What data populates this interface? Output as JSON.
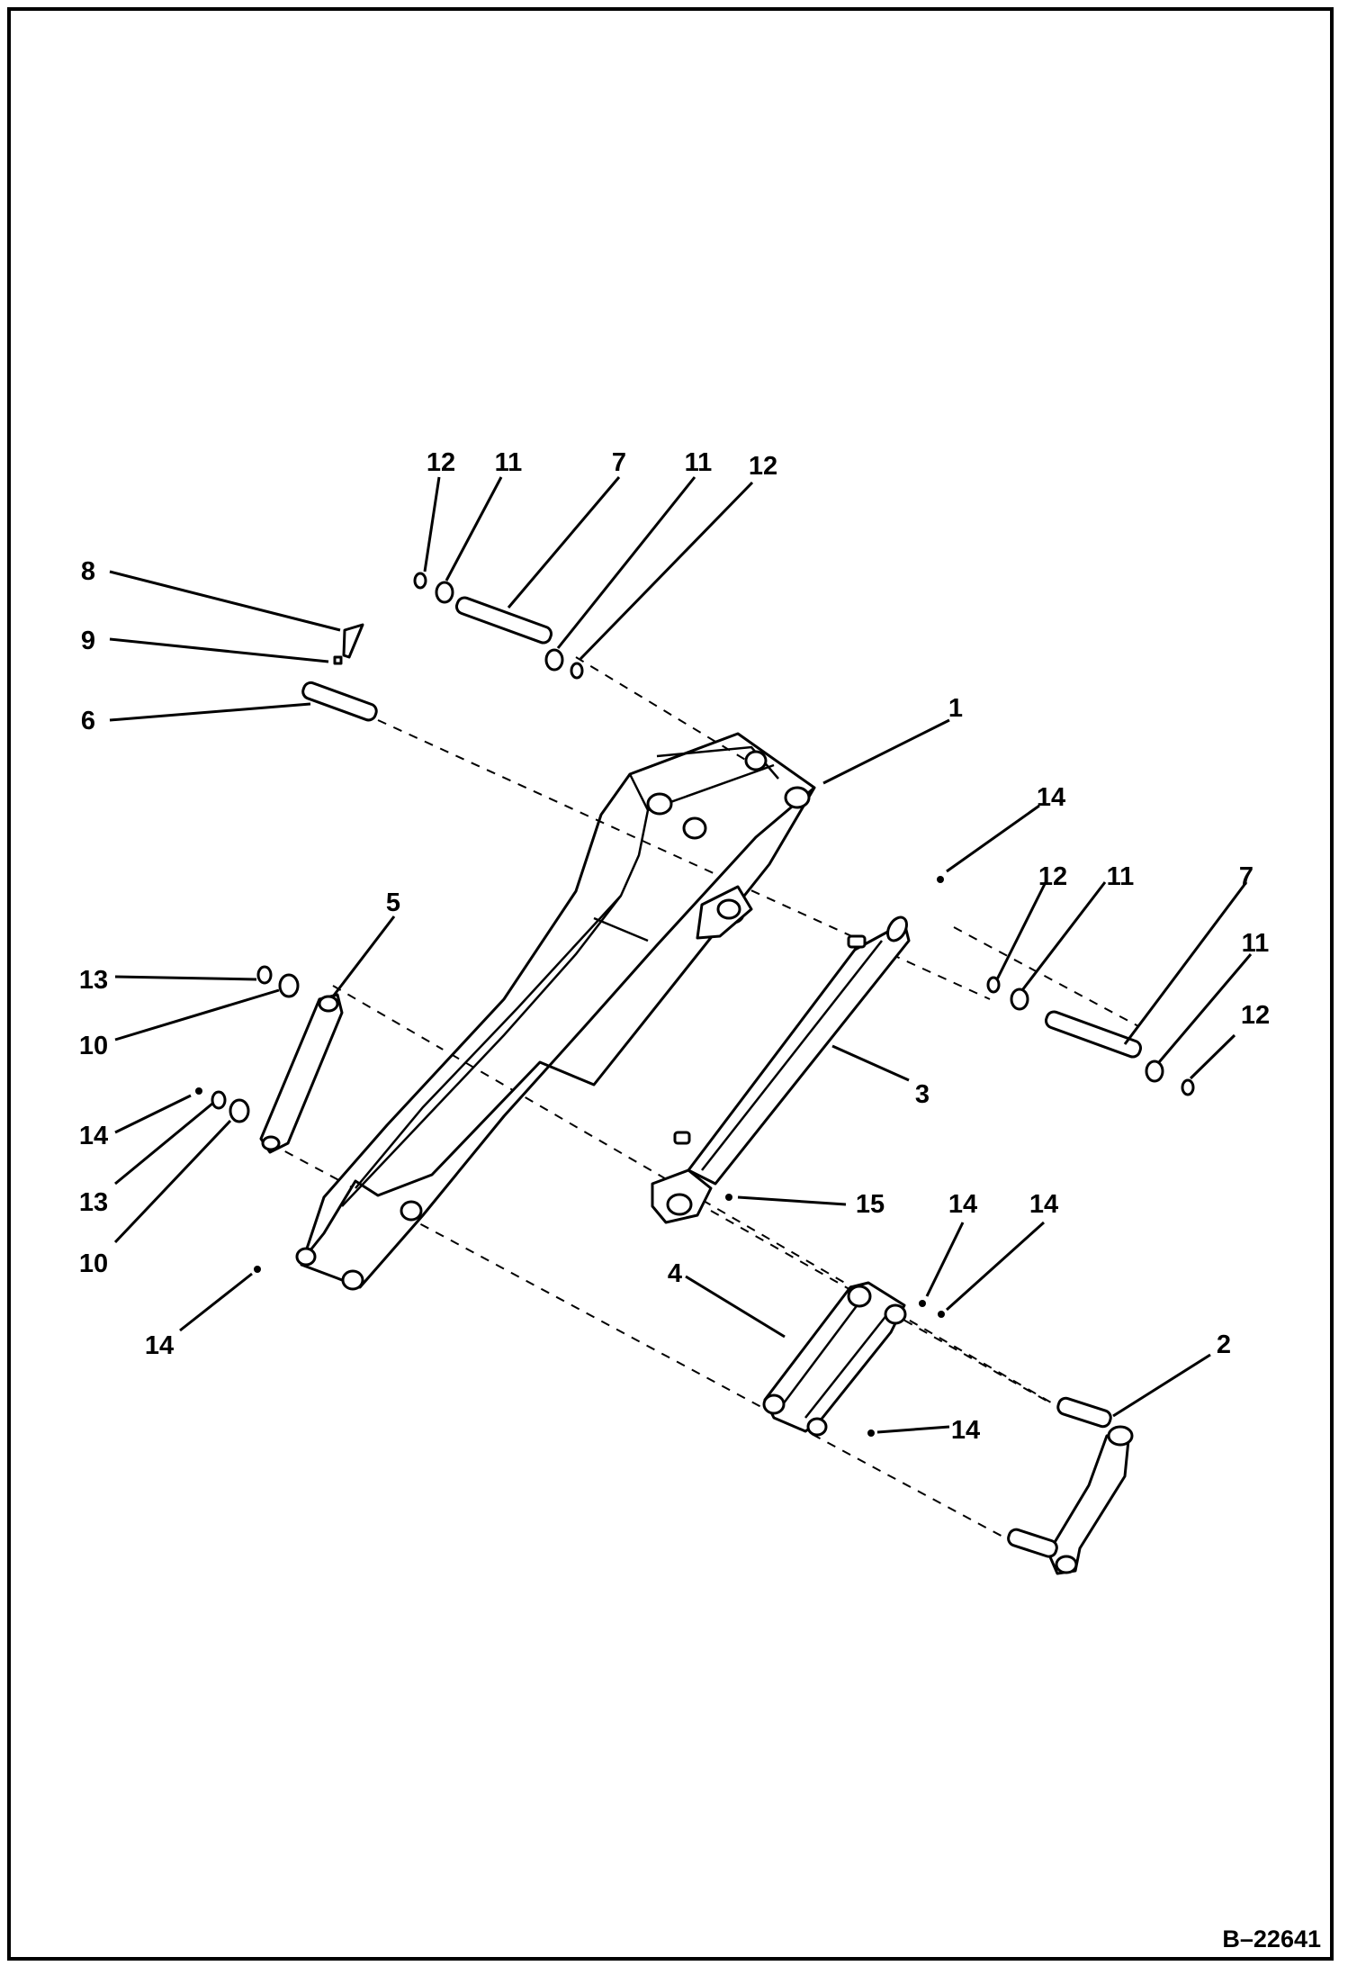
{
  "drawing_number": "B–22641",
  "callouts": {
    "c1": "1",
    "c2": "2",
    "c3": "3",
    "c4": "4",
    "c5": "5",
    "c6": "6",
    "c7a": "7",
    "c7b": "7",
    "c8": "8",
    "c9": "9",
    "c10a": "10",
    "c10b": "10",
    "c11a": "11",
    "c11b": "11",
    "c11c": "11",
    "c11d": "11",
    "c12a": "12",
    "c12b": "12",
    "c12c": "12",
    "c12d": "12",
    "c13a": "13",
    "c13b": "13",
    "c14a": "14",
    "c14b": "14",
    "c14c": "14",
    "c14d": "14",
    "c14e": "14",
    "c14f": "14",
    "c15": "15"
  }
}
